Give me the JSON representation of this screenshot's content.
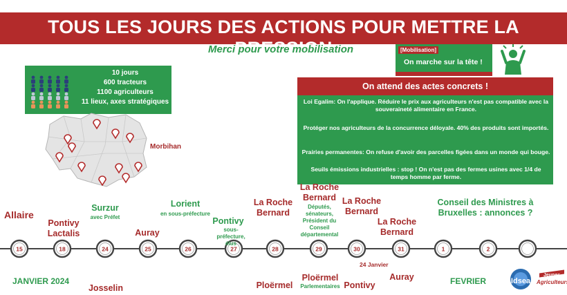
{
  "header": {
    "title": "TOUS LES JOURS DES ACTIONS POUR METTRE LA PRESSION",
    "subtitle": "Merci pour votre mobilisation"
  },
  "mobilisation": {
    "tag": "[Mobilisation]",
    "text": "On marche sur la tête !"
  },
  "stats": [
    "10 jours",
    "600 tracteurs",
    "1100 agriculteurs",
    "11 lieux, axes stratégiques"
  ],
  "actes": {
    "title": "On attend des actes concrets !",
    "paragraphs": [
      "Loi Egalim: On l'applique. Réduire le prix aux agriculteurs n'est pas compatible avec la souveraineté alimentaire en France.",
      "Protéger nos agriculteurs de la concurrence déloyale. 40% des produits sont importés.",
      "Prairies permanentes: On refuse d'avoir des parcelles figées dans un monde qui bouge.",
      "Seuils émissions industrielles : stop ! On n'est pas des fermes usines avec 1/4 de temps homme par ferme."
    ]
  },
  "map": {
    "label": "Morbihan"
  },
  "timeline": {
    "days": [
      "15",
      "18",
      "24",
      "25",
      "26",
      "27",
      "28",
      "29",
      "30",
      "31",
      "1",
      "2",
      ""
    ],
    "months": {
      "january": "JANVIER 2024",
      "february": "FEVRIER"
    },
    "above": [
      {
        "place": "Allaire",
        "note": ""
      },
      {
        "place": "Pontivy Lactalis",
        "note": ""
      },
      {
        "place": "Surzur",
        "note": "avec Préfet"
      },
      {
        "place": "Auray",
        "note": ""
      },
      {
        "place": "Lorient",
        "note": "en sous-préfecture"
      },
      {
        "place": "Pontivy",
        "note": "sous-préfecture, élus"
      },
      {
        "place": "La Roche Bernard",
        "note": ""
      },
      {
        "place": "La Roche Bernard",
        "note": "Députés, sénateurs, Président du Conseil départemental"
      },
      {
        "place": "La Roche Bernard",
        "note": ""
      },
      {
        "place": "La Roche Bernard",
        "note": ""
      },
      {
        "place": "Conseil des Ministres à Bruxelles : annonces ?",
        "note": ""
      }
    ],
    "below": [
      {
        "place": "Josselin",
        "note": ""
      },
      {
        "place": "Ploërmel",
        "note": ""
      },
      {
        "place": "Ploërmel",
        "note": "Parlementaires"
      },
      {
        "place": "Pontivy",
        "note": "24 Janvier"
      },
      {
        "place": "Auray",
        "note": ""
      }
    ]
  },
  "logos": {
    "left": "Idsea",
    "right_top": "Jeunes",
    "right": "Agriculteurs"
  },
  "colors": {
    "red": "#b32b2b",
    "green": "#2e9a4e",
    "text_red": "#a52a2a"
  }
}
